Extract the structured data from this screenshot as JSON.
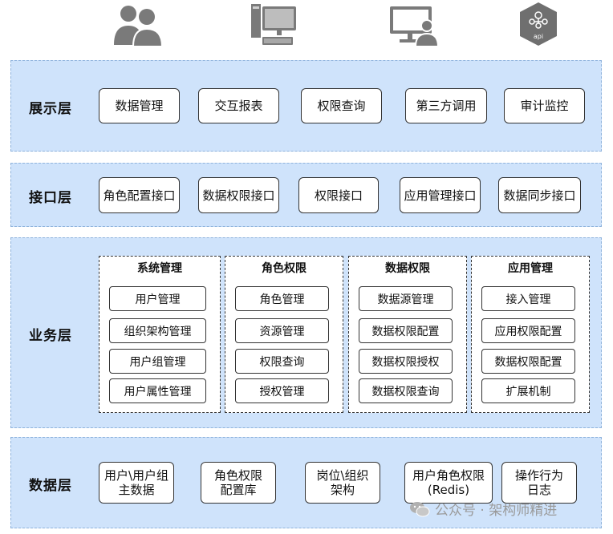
{
  "icons": [
    "users-icon",
    "computer-icon",
    "user-monitor-icon",
    "api-hexagon-icon"
  ],
  "api_icon_label": "api",
  "layers": {
    "presentation": {
      "title": "展示层",
      "items": [
        "数据管理",
        "交互报表",
        "权限查询",
        "第三方调用",
        "审计监控"
      ]
    },
    "interface": {
      "title": "接口层",
      "items": [
        "角色配置接口",
        "数据权限接口",
        "权限接口",
        "应用管理接口",
        "数据同步接口"
      ]
    },
    "business": {
      "title": "业务层",
      "groups": [
        {
          "title": "系统管理",
          "items": [
            "用户管理",
            "组织架构管理",
            "用户组管理",
            "用户属性管理"
          ]
        },
        {
          "title": "角色权限",
          "items": [
            "角色管理",
            "资源管理",
            "权限查询",
            "授权管理"
          ]
        },
        {
          "title": "数据权限",
          "items": [
            "数据源管理",
            "数据权限配置",
            "数据权限授权",
            "数据权限查询"
          ]
        },
        {
          "title": "应用管理",
          "items": [
            "接入管理",
            "应用权限配置",
            "数据权限配置",
            "扩展机制"
          ]
        }
      ]
    },
    "data": {
      "title": "数据层",
      "items": [
        "用户\\用户组\n主数据",
        "角色权限\n配置库",
        "岗位\\组织\n架构",
        "用户角色权限\n(Redis)",
        "操作行为\n日志"
      ]
    }
  },
  "watermark": "公众号 · 架构师精进",
  "colors": {
    "layer_bg": "#cfe3fb",
    "layer_border": "#8fb3dc",
    "icon_gray": "#7a7a7a",
    "watermark": "#9a9a9a"
  }
}
